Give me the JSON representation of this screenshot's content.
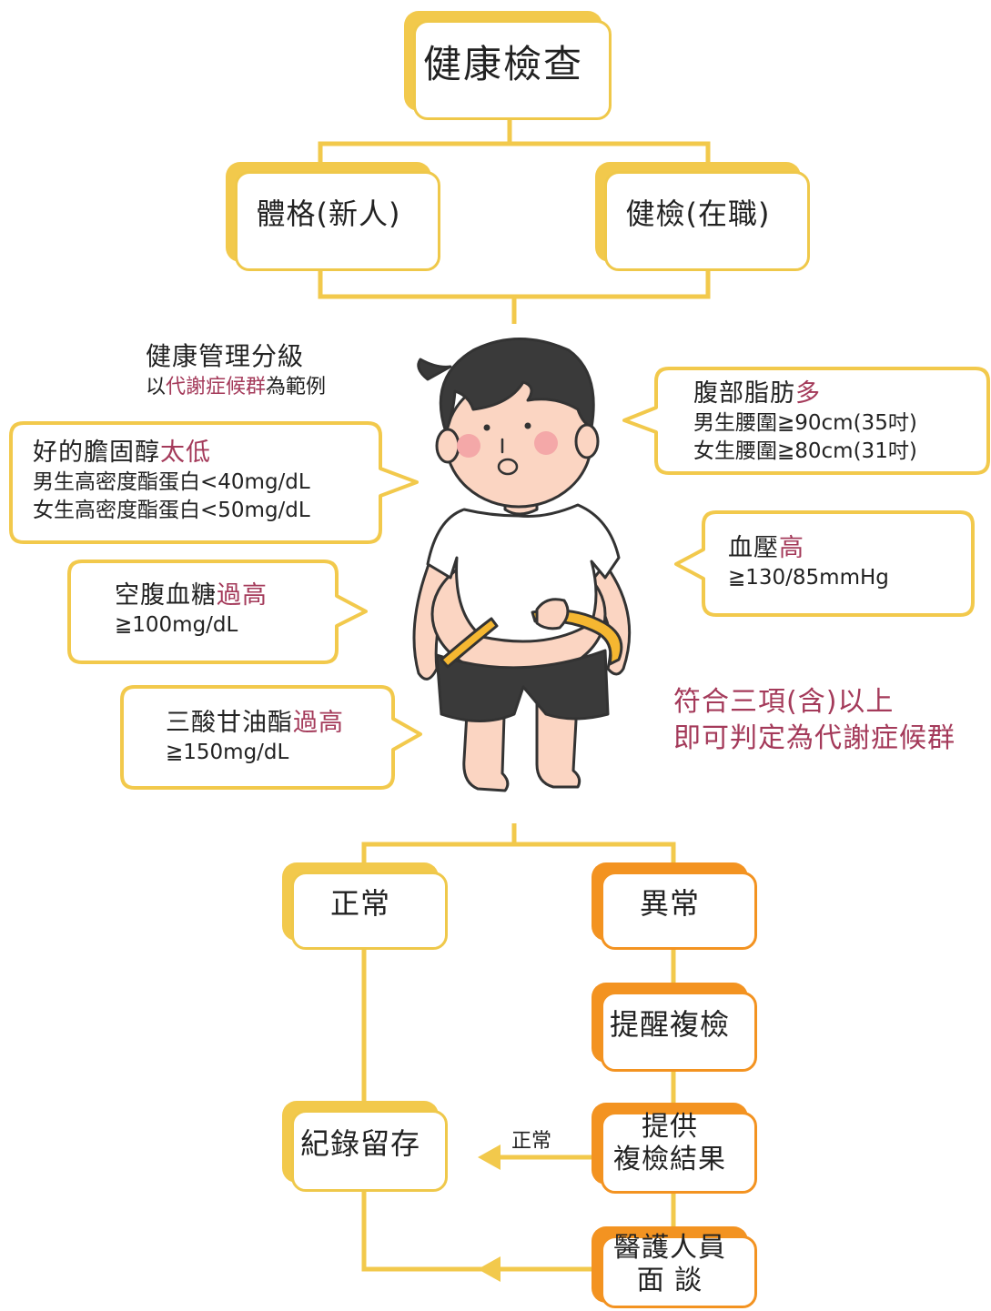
{
  "top": {
    "label": "健康檢查"
  },
  "branch_left": {
    "label": "體格(新人)"
  },
  "branch_right": {
    "label": "健檢(在職)"
  },
  "management": {
    "title": "健康管理分級",
    "sub_prefix": "以",
    "sub_highlight": "代謝症候群",
    "sub_suffix": "為範例"
  },
  "criteria": {
    "waist": {
      "title": "腹部脂肪",
      "highlight": "多",
      "lines": [
        "男生腰圍≧90cm(35吋)",
        "女生腰圍≧80cm(31吋)"
      ]
    },
    "hdl": {
      "title": "好的膽固醇",
      "highlight": "太低",
      "lines": [
        "男生高密度酯蛋白<40mg/dL",
        "女生高密度酯蛋白<50mg/dL"
      ]
    },
    "bp": {
      "title": "血壓",
      "highlight": "高",
      "lines": [
        "≧130/85mmHg"
      ]
    },
    "glucose": {
      "title": "空腹血糖",
      "highlight": "過高",
      "lines": [
        "≧100mg/dL"
      ]
    },
    "tg": {
      "title": "三酸甘油酯",
      "highlight": "過高",
      "lines": [
        "≧150mg/dL"
      ]
    }
  },
  "conclusion": {
    "line1": "符合三項(含)以上",
    "line2": "即可判定為代謝症候群"
  },
  "normal": {
    "label": "正常"
  },
  "abnormal": {
    "label": "異常"
  },
  "remind": {
    "label": "提醒複檢"
  },
  "provide": {
    "line1": "提供",
    "line2": "複檢結果"
  },
  "record": {
    "label": "紀錄留存"
  },
  "normal_arrow_label": "正常",
  "interview": {
    "line1": "醫護人員",
    "line2": "面 談"
  },
  "colors": {
    "yellow": "#f2c94c",
    "orange": "#f39321",
    "highlight": "#a43a5a"
  }
}
